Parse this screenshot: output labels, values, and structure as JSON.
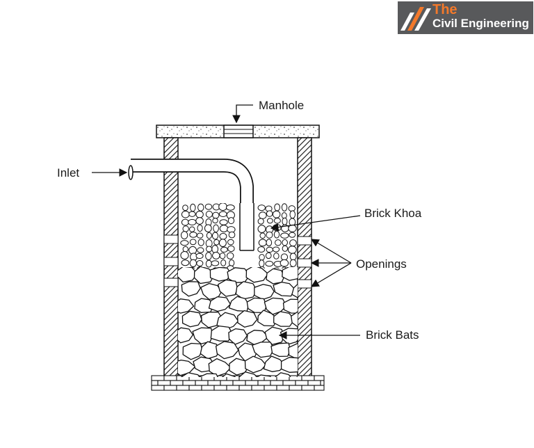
{
  "labels": {
    "manhole": "Manhole",
    "inlet": "Inlet",
    "brick_khoa": "Brick Khoa",
    "openings": "Openings",
    "brick_bats": "Brick Bats"
  },
  "logo": {
    "line1": "The",
    "line2": "Civil Engineering",
    "accent_color": "#f4792a",
    "background_color": "#58595b"
  }
}
